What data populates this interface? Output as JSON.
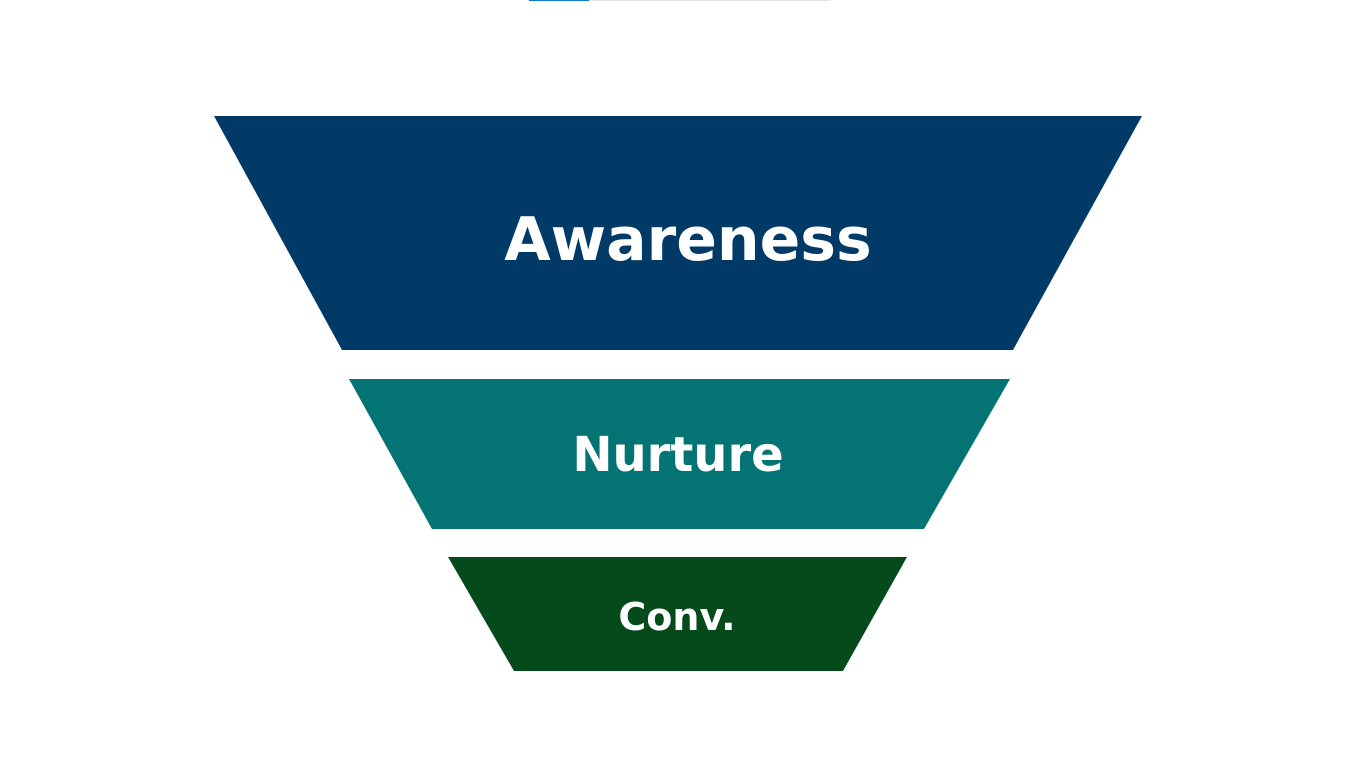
{
  "progress": {
    "value_percent": 20,
    "color": "#0a78d7"
  },
  "funnel": {
    "stages": [
      {
        "label": "Awareness",
        "color": "#013a66"
      },
      {
        "label": "Nurture",
        "color": "#037373"
      },
      {
        "label": "Conv.",
        "color": "#044a1a"
      }
    ]
  }
}
